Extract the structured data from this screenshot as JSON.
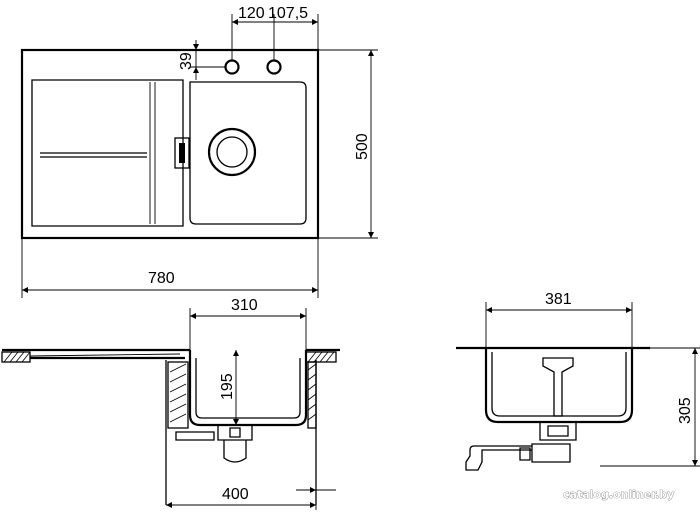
{
  "dimensions": {
    "hole_spacing": "120",
    "hole_spacing_2": "107,5",
    "hole_offset": "39",
    "depth_total": "500",
    "width_total": "780",
    "bowl_width": "310",
    "bowl_depth": "195",
    "cabinet_width": "400",
    "side_bowl_width": "381",
    "overall_height": "305"
  },
  "watermark": "catalog.onliner.by"
}
